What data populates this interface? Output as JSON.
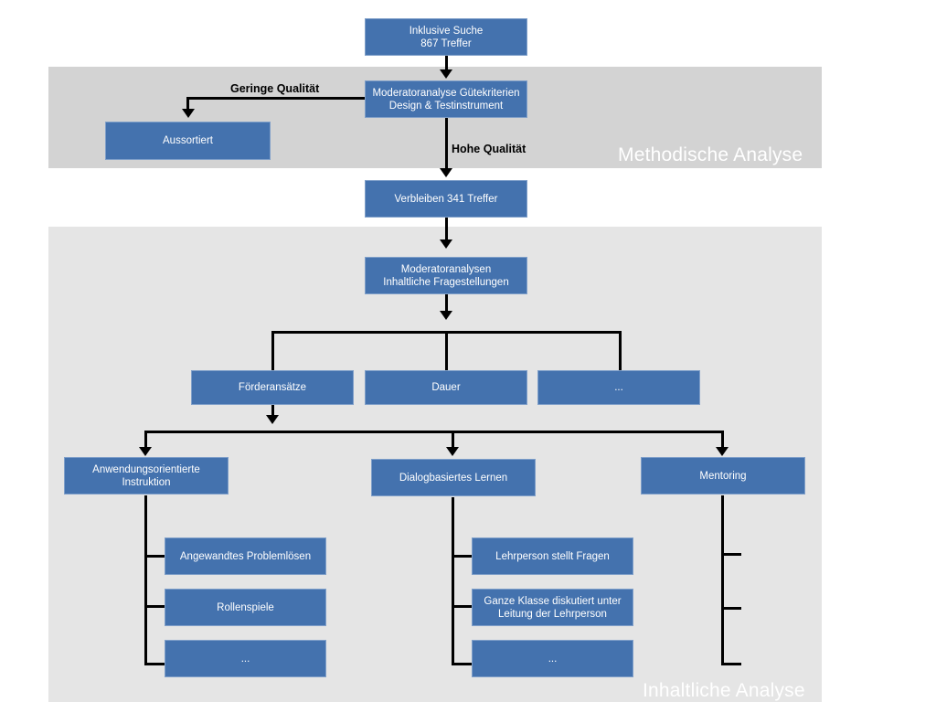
{
  "diagram": {
    "type": "flowchart",
    "title_visible": false,
    "colors": {
      "node_fill": "#4472AE",
      "node_border": "#7f9fc9",
      "node_text": "#ffffff",
      "band_methodische": "#D3D3D3",
      "band_inhaltliche": "#E5E5E5",
      "connector": "#000000",
      "page_background": "#ffffff"
    },
    "sections": [
      {
        "id": "methodische",
        "label": "Methodische Analyse"
      },
      {
        "id": "inhaltliche",
        "label": "Inhaltliche Analyse"
      }
    ],
    "edge_labels": [
      {
        "id": "geringe",
        "text": "Geringe Qualität"
      },
      {
        "id": "hohe",
        "text": "Hohe Qualität"
      }
    ],
    "nodes": {
      "inklusive_suche": {
        "line1": "Inklusive Suche",
        "line2": "867 Treffer"
      },
      "moderatoranalyse_guete": {
        "line1": "Moderatoranalyse Gütekriterien",
        "line2": "Design & Testinstrument"
      },
      "aussortiert": {
        "line1": "Aussortiert"
      },
      "verbleiben": {
        "line1": "Verbleiben 341 Treffer"
      },
      "moderatoranalysen_inhalt": {
        "line1": "Moderatoranalysen",
        "line2": "Inhaltliche Fragestellungen"
      },
      "foerderansaetze": {
        "line1": "Förderansätze"
      },
      "dauer": {
        "line1": "Dauer"
      },
      "kategorie_weitere": {
        "line1": "..."
      },
      "anwendungsorientierte": {
        "line1": "Anwendungsorientierte",
        "line2": "Instruktion"
      },
      "dialogbasiertes": {
        "line1": "Dialogbasiertes Lernen"
      },
      "mentoring": {
        "line1": "Mentoring"
      },
      "angewandtes_problemloesen": {
        "line1": "Angewandtes Problemlösen"
      },
      "rollenspiele": {
        "line1": "Rollenspiele"
      },
      "anwendung_weitere": {
        "line1": "..."
      },
      "lehrperson_fragen": {
        "line1": "Lehrperson stellt Fragen"
      },
      "ganze_klasse": {
        "line1": "Ganze Klasse diskutiert unter",
        "line2": "Leitung der Lehrperson"
      },
      "dialog_weitere": {
        "line1": "..."
      }
    }
  }
}
